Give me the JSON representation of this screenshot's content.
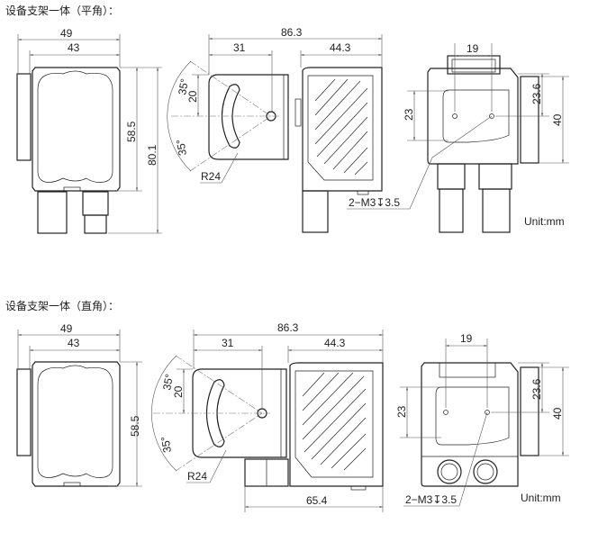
{
  "sections": [
    {
      "title": "设备支架一体（平角）：",
      "front": {
        "width_outer": "49",
        "width_inner": "43",
        "height_body": "58.5",
        "height_total": "80.1"
      },
      "side": {
        "length_total": "86.3",
        "bracket_offset": "31",
        "body_length": "44.3",
        "angle_upper": "35°",
        "angle_lower": "35°",
        "slot_height": "20",
        "radius": "R24"
      },
      "back": {
        "hole_spacing": "19",
        "hole_height": "23",
        "mount_height": "23.6",
        "height": "40",
        "thread_note": "2−M3↧3.5"
      },
      "unit": "Unit:mm"
    },
    {
      "title": "设备支架一体（直角）：",
      "front": {
        "width_outer": "49",
        "width_inner": "43",
        "height_body": "58.5"
      },
      "side": {
        "length_total": "86.3",
        "bracket_offset": "31",
        "body_length": "44.3",
        "angle_upper": "35°",
        "angle_lower": "35°",
        "slot_height": "20",
        "radius": "R24",
        "bottom_length": "65.4"
      },
      "back": {
        "hole_spacing": "19",
        "hole_height": "23",
        "mount_height": "23.6",
        "height": "40",
        "thread_note": "2−M3↧3.5"
      },
      "unit": "Unit:mm"
    }
  ]
}
